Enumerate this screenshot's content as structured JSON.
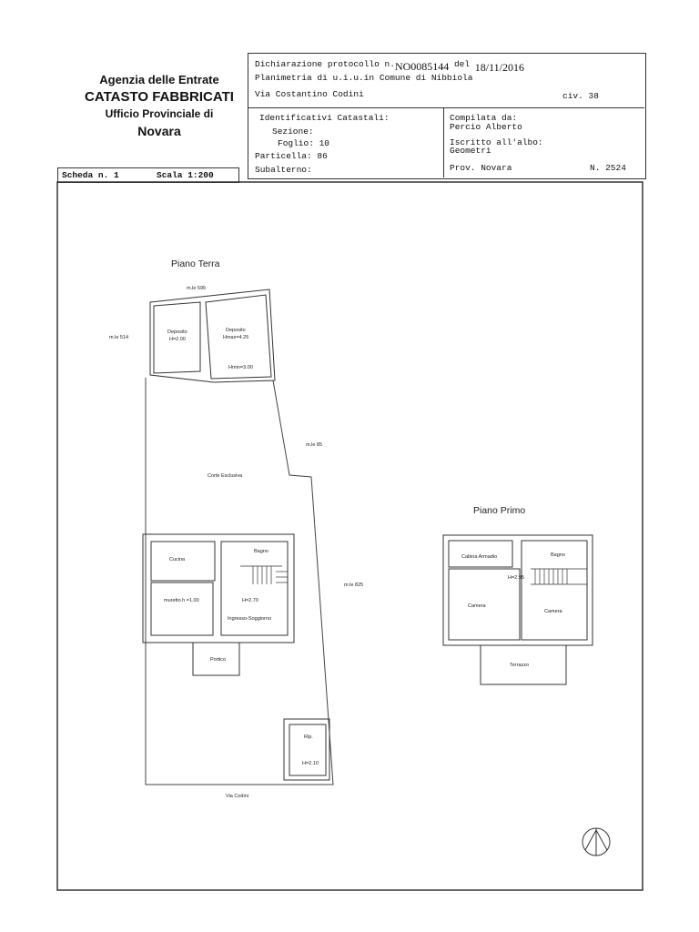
{
  "agency": {
    "line1": "Agenzia delle Entrate",
    "line2": "CATASTO FABBRICATI",
    "line3": "Ufficio Provinciale di",
    "line4": "Novara"
  },
  "header": {
    "dichiarazione_label": "Dichiarazione protocollo n.",
    "protocollo": "NO0085144",
    "del_label": "del",
    "date": "18/11/2016",
    "planimetria": "Planimetria di u.i.u.in Comune di Nibbiola",
    "address": "Via Costantino Codini",
    "civ": "civ. 38",
    "identificativi": "Identificativi Catastali:",
    "sezione": "Sezione:",
    "foglio": "Foglio: 10",
    "particella": "Particella: 86",
    "subalterno": "Subalterno:",
    "compilata_label": "Compilata da:",
    "compilata_name": "Percio Alberto",
    "iscritto_label": "Iscritto all'albo:",
    "iscritto_value": "Geometri",
    "prov": "Prov. Novara",
    "numero": "N. 2524"
  },
  "scheda": {
    "scheda": "Scheda n. 1",
    "scala": "Scala 1:200"
  },
  "plan": {
    "piano_terra": "Piano Terra",
    "piano_primo": "Piano Primo",
    "labels": {
      "mle595": "m.le 595",
      "mle514": "m.le 514",
      "mle85": "m.le 85",
      "mle825": "m.le 825",
      "deposito1": "Deposito",
      "deposito1_h": "H=2.00",
      "deposito2": "Deposito",
      "deposito2_h": "Hmax=4.25",
      "deposito2_hmin": "Hmin=3.00",
      "corte": "Corte Esclusiva",
      "cucina": "Cucina",
      "bagno_pt": "Bagno",
      "muretto": "muretto h =1.00",
      "h270": "H=2.70",
      "ingresso": "Ingresso-Soggiorno",
      "portico": "Portico",
      "rip": "Rip.",
      "h210": "H=2.10",
      "via_codini": "Via Codini",
      "cabina": "Cabina Armadio",
      "bagno_pp": "Bagno",
      "h295": "H=2.95",
      "camera1": "Camera",
      "camera2": "Camera",
      "terrazzo": "Terrazzo"
    }
  }
}
